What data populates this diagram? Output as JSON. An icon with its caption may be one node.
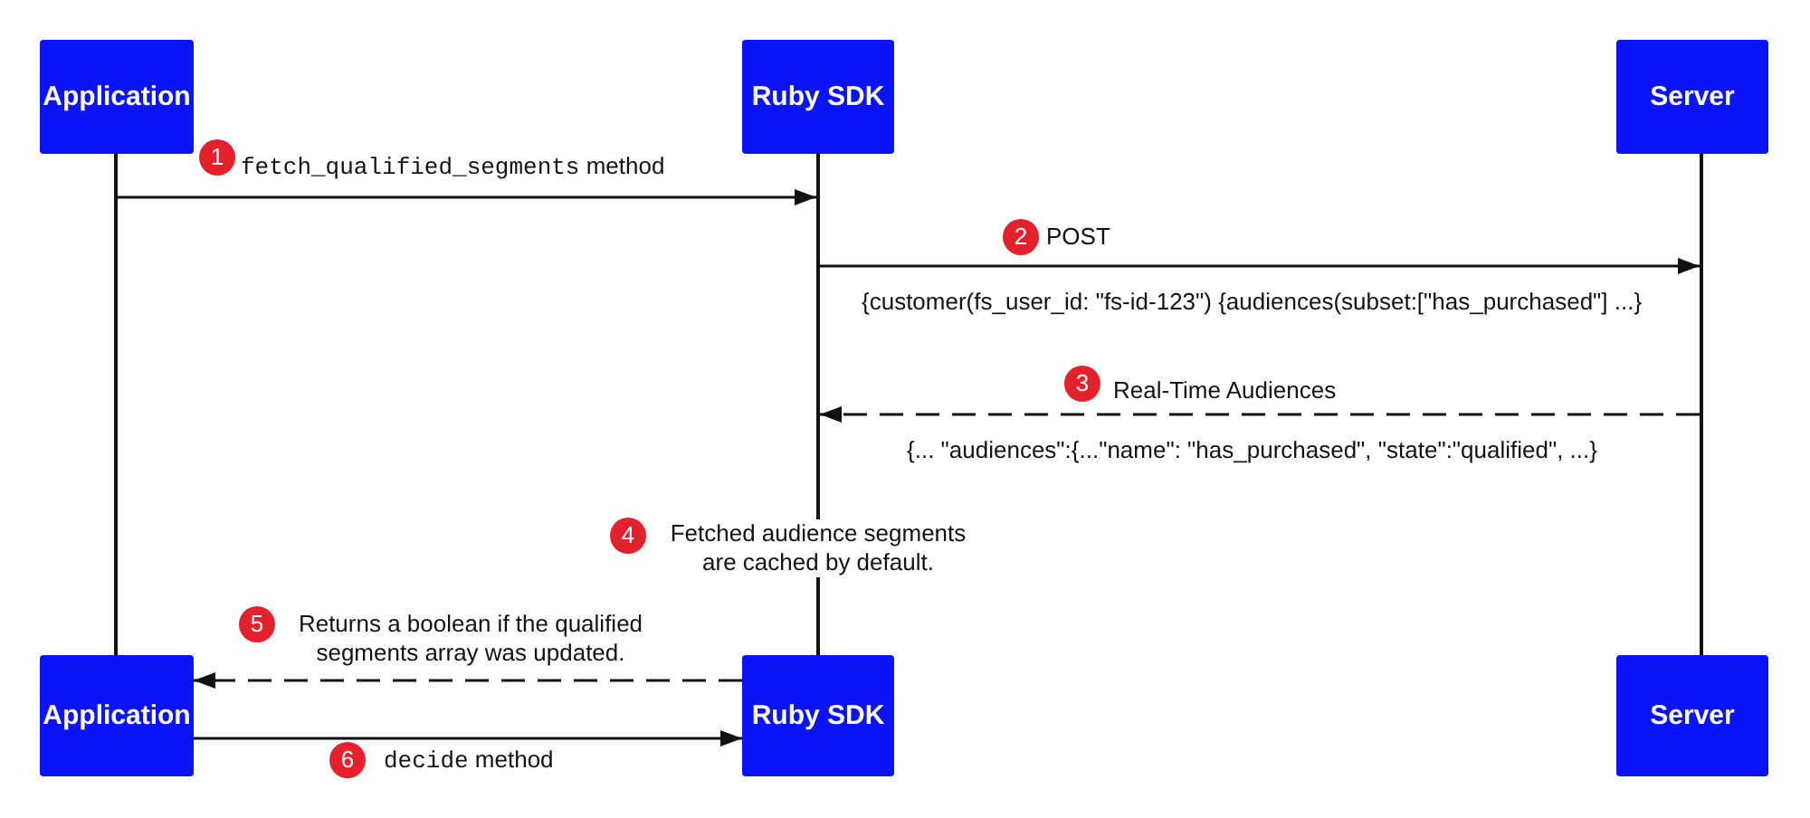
{
  "diagram": {
    "nodes": [
      {
        "text": [
          "Application"
        ]
      },
      {
        "text": [
          "Ruby SDK"
        ]
      },
      {
        "text": [
          "Server"
        ]
      },
      {
        "text": [],
        "shape": "line"
      },
      {
        "text": [],
        "shape": "line"
      },
      {
        "text": [],
        "shape": "line"
      },
      {
        "text": [
          "Application"
        ]
      },
      {
        "text": [
          "Ruby SDK"
        ]
      },
      {
        "text": [
          "Server"
        ]
      }
    ],
    "edges": [
      {
        "from": 3,
        "to": 4,
        "arrow": "to",
        "label": "fetch_qualified_segments method"
      },
      {
        "from": 4,
        "to": 5,
        "arrow": "to",
        "label": "POST"
      },
      {
        "from": 5,
        "to": 4,
        "arrow": "to",
        "label": "Real-Time Audiences",
        "style": "dashed"
      },
      {
        "from": 7,
        "to": 6,
        "arrow": "to",
        "label": "Returns a boolean if the qualified segments array was updated.",
        "style": "dashed"
      },
      {
        "from": 6,
        "to": 7,
        "arrow": "to",
        "label": "decide method"
      }
    ],
    "labels": [
      "1",
      "2",
      "{customer(fs_user_id: \"fs-id-123\") {audiences(subset:[\"has_purchased\"] ...}",
      "3",
      "{... \"audiences\":{...\"name\": \"has_purchased\", \"state\":\"qualified\", ...}",
      "4",
      "Fetched audience segments are cached by default.",
      "5",
      "6"
    ]
  }
}
